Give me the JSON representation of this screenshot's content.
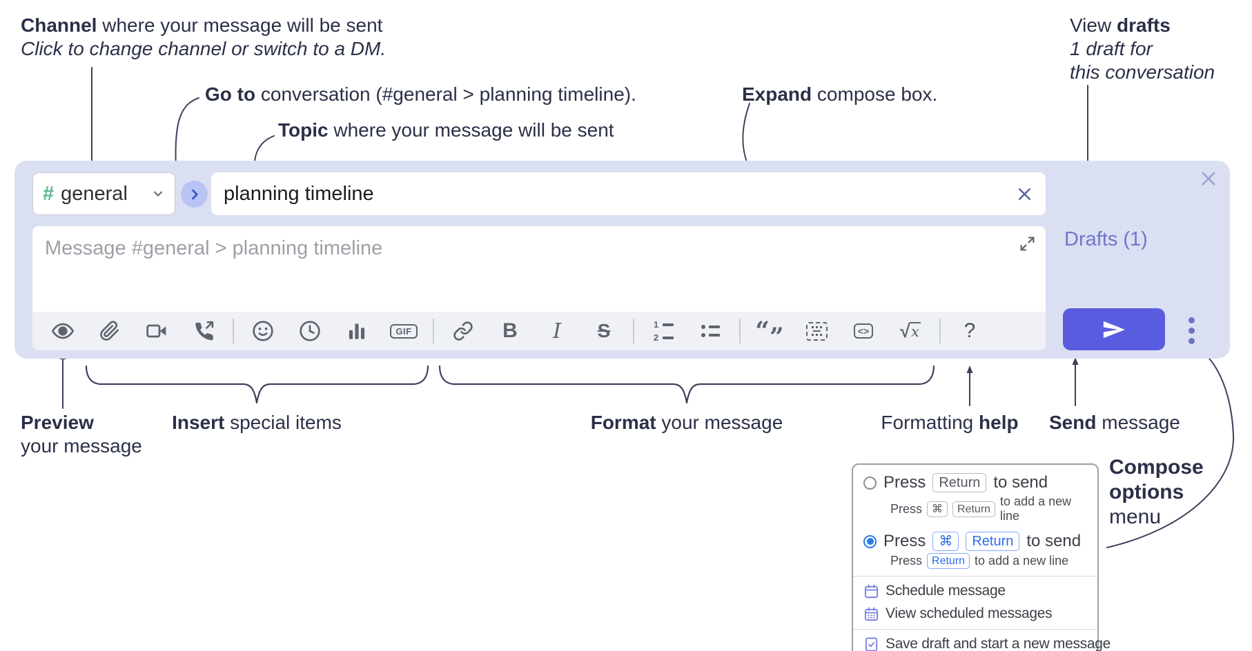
{
  "annotations": {
    "channel": {
      "bold": "Channel",
      "rest": " where your message will be sent",
      "sub": "Click to change channel or switch to a DM."
    },
    "goto": {
      "bold": "Go to",
      "rest": " conversation (#general > planning timeline)."
    },
    "topic": {
      "bold": "Topic",
      "rest": " where your message will be sent"
    },
    "expand": {
      "bold": "Expand",
      "rest": " compose box."
    },
    "view_drafts": {
      "pre": "View ",
      "bold": "drafts",
      "line2": "1 draft for",
      "line3": "this conversation"
    },
    "preview": {
      "bold": "Preview",
      "line2": "your message"
    },
    "insert": {
      "bold": "Insert",
      "rest": " special items"
    },
    "format": {
      "bold": "Format",
      "rest": " your message"
    },
    "help": {
      "pre": "Formatting ",
      "bold": "help"
    },
    "send": {
      "bold": "Send",
      "rest": " message"
    },
    "compose_options": {
      "line1": "Compose",
      "line2": "options",
      "line3": "menu"
    }
  },
  "compose": {
    "channel_hash": "#",
    "channel_name": "general",
    "topic_value": "planning timeline",
    "message_placeholder": "Message #general > planning timeline",
    "drafts_link": "Drafts (1)",
    "glyphs": {
      "bold": "B",
      "italic": "I",
      "strike": "S",
      "gif": "GIF",
      "quote_open": "“",
      "quote_close": "”",
      "math_root": "√",
      "math_x": "x",
      "help": "?",
      "ol1": "1",
      "ol2": "2"
    }
  },
  "menu": {
    "option1": {
      "press": "Press",
      "key": "Return",
      "suffix": "to send",
      "sub_press": "Press",
      "sub_key1": "⌘",
      "sub_key2": "Return",
      "sub_suffix": "to add a new line"
    },
    "option2": {
      "press": "Press",
      "key1": "⌘",
      "key2": "Return",
      "suffix": "to send",
      "sub_press": "Press",
      "sub_key": "Return",
      "sub_suffix": "to add a new line"
    },
    "schedule": "Schedule message",
    "view_scheduled": "View scheduled messages",
    "save_draft": "Save draft and start a new message"
  },
  "colors": {
    "compose_bg": "#dbdff2",
    "toolbar_bg": "#f0f1f7",
    "accent": "#5a5ce0",
    "drafts_link": "#6d77ca",
    "icon_purple": "#7a81e3",
    "kbd_blue": "#2b6cea",
    "radio_blue": "#2c7ce8",
    "hash_green": "#57b489",
    "annotation_ink": "#2b3048"
  }
}
